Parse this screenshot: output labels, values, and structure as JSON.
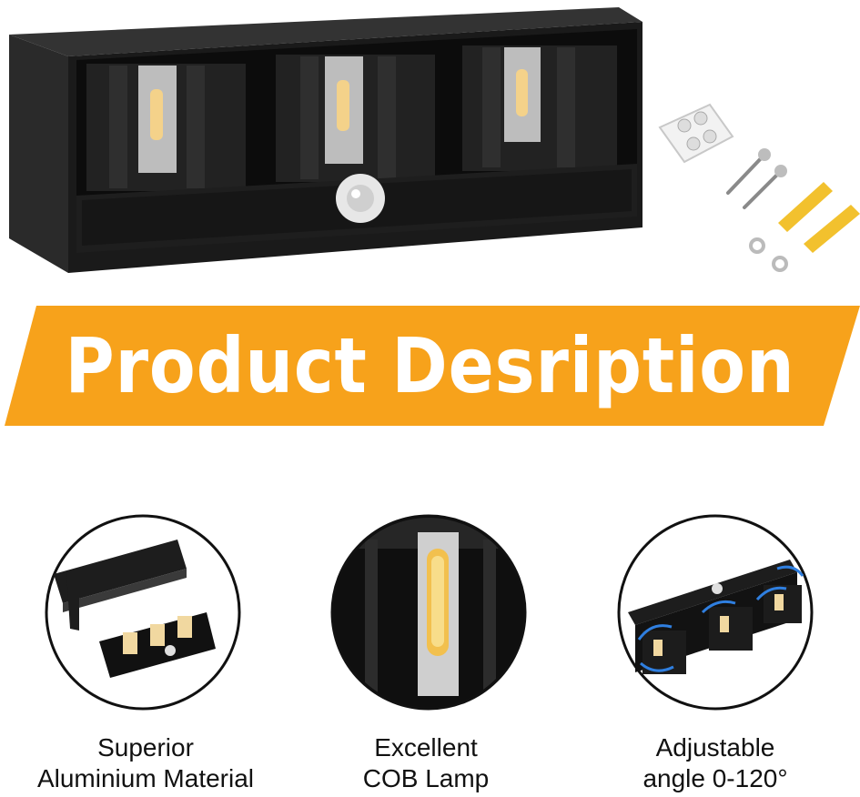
{
  "banner": {
    "title": "Product Desription",
    "color": "#f7a21b"
  },
  "product": {
    "body_color": "#1b1b1b",
    "led_color": "#f4d28a",
    "sensor_color": "#e7e7e7"
  },
  "accessories": {
    "screws": 2,
    "anchors": 2,
    "washers": 2,
    "terminal_block": "terminal-block"
  },
  "features": [
    {
      "line1": "Superior",
      "line2": "Aluminium Material",
      "icon": "aluminium-housing-icon"
    },
    {
      "line1": "Excellent",
      "line2": "COB Lamp",
      "icon": "cob-lamp-icon"
    },
    {
      "line1": "Adjustable",
      "line2": "angle 0-120°",
      "icon": "adjustable-angle-icon"
    }
  ]
}
